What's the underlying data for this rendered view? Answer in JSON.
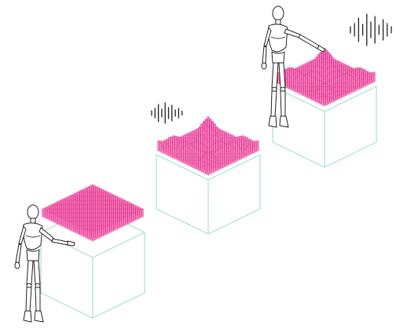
{
  "colors": {
    "pin_fill": "#f58cc4",
    "pin_stroke": "#e0147d",
    "box_edge": "#8fd6cf",
    "figure_stroke": "#222222",
    "background": "#ffffff"
  },
  "panels": [
    {
      "id": "flat",
      "sound_icon": "none",
      "surface_state": "flat"
    },
    {
      "id": "medium",
      "sound_icon": "small-waveform-icon",
      "surface_state": "bumpy"
    },
    {
      "id": "large",
      "sound_icon": "large-waveform-icon",
      "surface_state": "bumpy"
    }
  ],
  "figures": [
    {
      "id": "figure-bottom-left",
      "icon": "wooden-mannequin-icon"
    },
    {
      "id": "figure-top-right",
      "icon": "wooden-mannequin-icon"
    }
  ]
}
